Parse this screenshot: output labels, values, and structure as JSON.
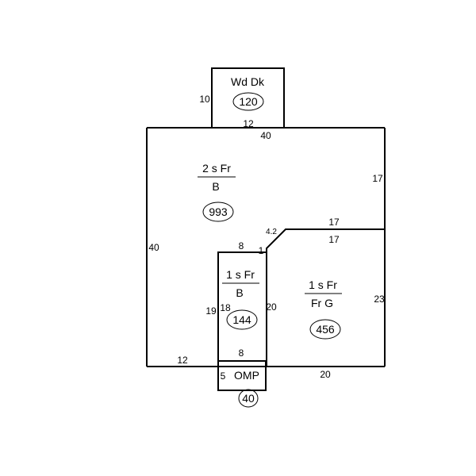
{
  "colors": {
    "line": "#000000",
    "background": "#ffffff"
  },
  "wood_deck": {
    "label": "Wd Dk",
    "area": "120"
  },
  "main_house": {
    "story": "2 s Fr",
    "basement": "B",
    "area": "993"
  },
  "left_addition": {
    "story": "1 s Fr",
    "basement": "B",
    "area": "144"
  },
  "garage": {
    "story": "1 s Fr",
    "basement": "Fr G",
    "area": "456"
  },
  "porch": {
    "label": "OMP",
    "area": "40"
  },
  "dimensions": {
    "deck_side": "10",
    "deck_bottom": "12",
    "house_top": "40",
    "house_right": "17",
    "house_left": "40",
    "diag": "4.2",
    "step_top": "17",
    "step_under": "17",
    "add_top": "8",
    "add_step": "1",
    "add_outer": "19",
    "add_inner": "18",
    "add_right": "20",
    "garage_right": "23",
    "add_bottom": "8",
    "house_bottom_left": "12",
    "porch_side": "5",
    "house_bottom_right": "20"
  }
}
